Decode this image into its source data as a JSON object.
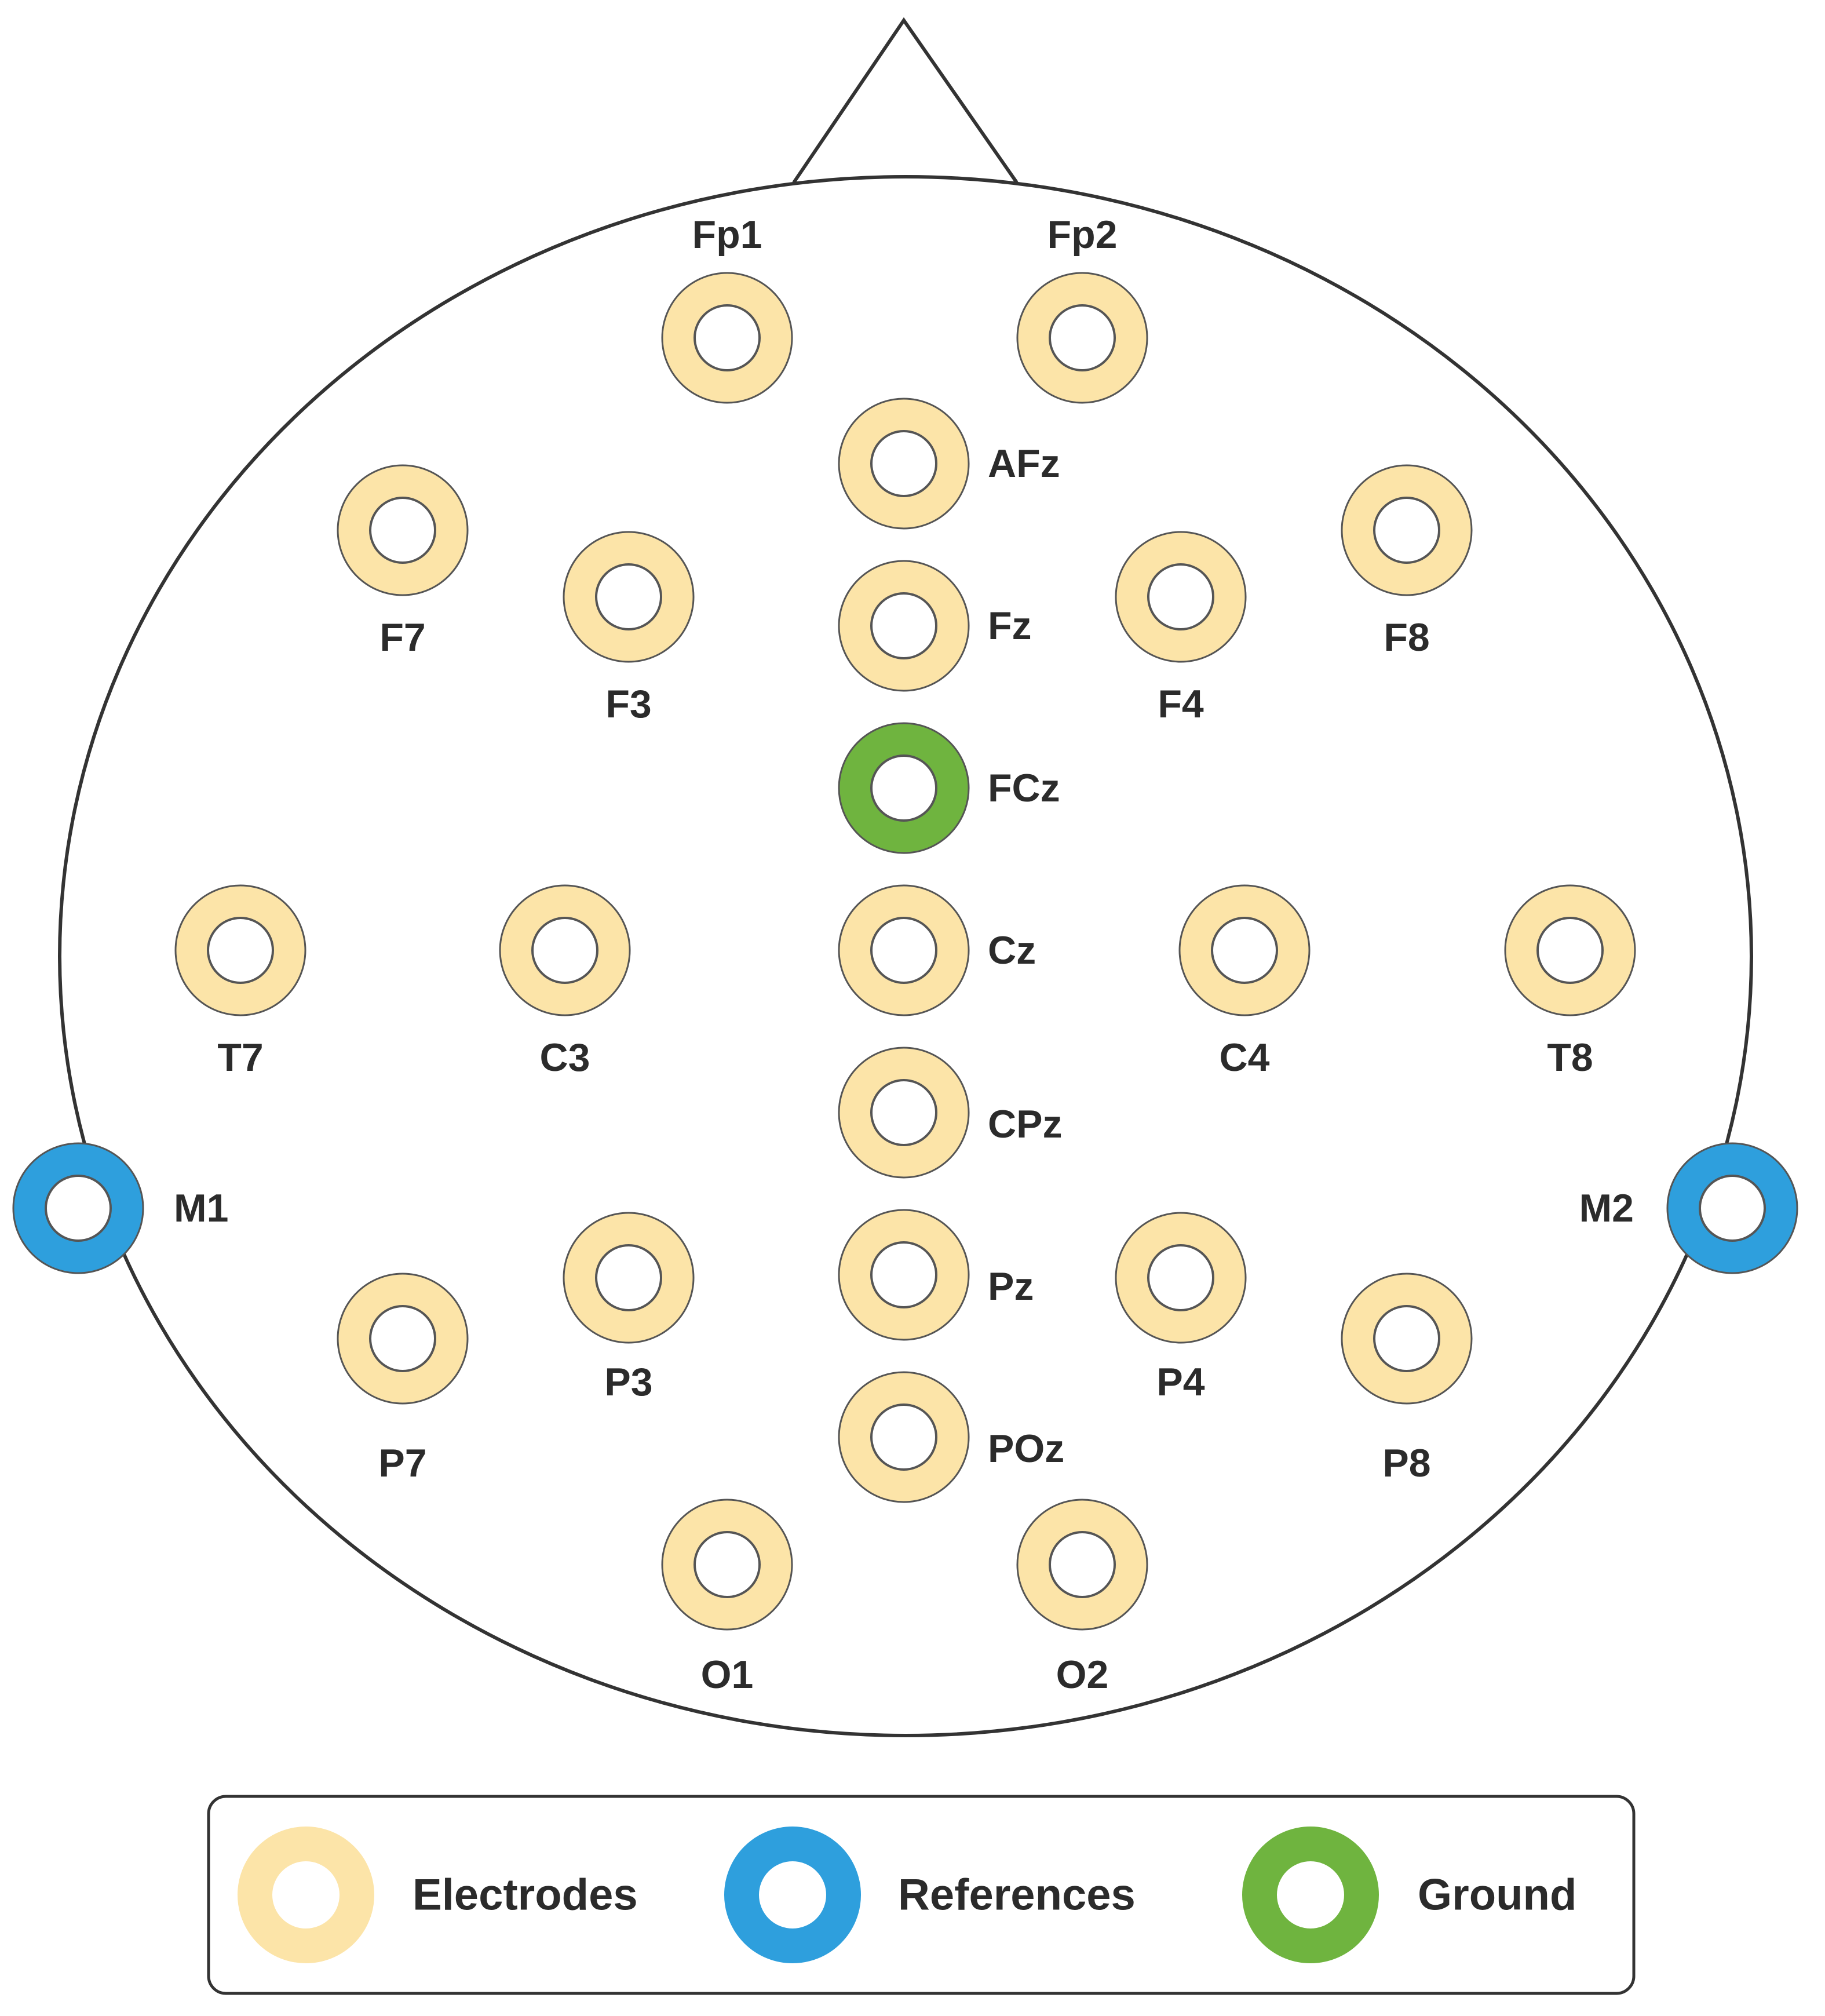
{
  "colors": {
    "electrode": "#FCE4A8",
    "reference": "#2E9FDD",
    "ground": "#6FB43F",
    "outline": "#333333",
    "text": "#2B2B2B"
  },
  "electrodes": [
    {
      "id": "Fp1",
      "label": "Fp1",
      "type": "electrode"
    },
    {
      "id": "Fp2",
      "label": "Fp2",
      "type": "electrode"
    },
    {
      "id": "AFz",
      "label": "AFz",
      "type": "electrode"
    },
    {
      "id": "F7",
      "label": "F7",
      "type": "electrode"
    },
    {
      "id": "F3",
      "label": "F3",
      "type": "electrode"
    },
    {
      "id": "Fz",
      "label": "Fz",
      "type": "electrode"
    },
    {
      "id": "F4",
      "label": "F4",
      "type": "electrode"
    },
    {
      "id": "F8",
      "label": "F8",
      "type": "electrode"
    },
    {
      "id": "FCz",
      "label": "FCz",
      "type": "ground"
    },
    {
      "id": "T7",
      "label": "T7",
      "type": "electrode"
    },
    {
      "id": "C3",
      "label": "C3",
      "type": "electrode"
    },
    {
      "id": "Cz",
      "label": "Cz",
      "type": "electrode"
    },
    {
      "id": "C4",
      "label": "C4",
      "type": "electrode"
    },
    {
      "id": "T8",
      "label": "T8",
      "type": "electrode"
    },
    {
      "id": "CPz",
      "label": "CPz",
      "type": "electrode"
    },
    {
      "id": "M1",
      "label": "M1",
      "type": "reference"
    },
    {
      "id": "M2",
      "label": "M2",
      "type": "reference"
    },
    {
      "id": "P7",
      "label": "P7",
      "type": "electrode"
    },
    {
      "id": "P3",
      "label": "P3",
      "type": "electrode"
    },
    {
      "id": "Pz",
      "label": "Pz",
      "type": "electrode"
    },
    {
      "id": "P4",
      "label": "P4",
      "type": "electrode"
    },
    {
      "id": "P8",
      "label": "P8",
      "type": "electrode"
    },
    {
      "id": "POz",
      "label": "POz",
      "type": "electrode"
    },
    {
      "id": "O1",
      "label": "O1",
      "type": "electrode"
    },
    {
      "id": "O2",
      "label": "O2",
      "type": "electrode"
    }
  ],
  "legend": {
    "electrodes": "Electrodes",
    "references": "References",
    "ground": "Ground"
  }
}
